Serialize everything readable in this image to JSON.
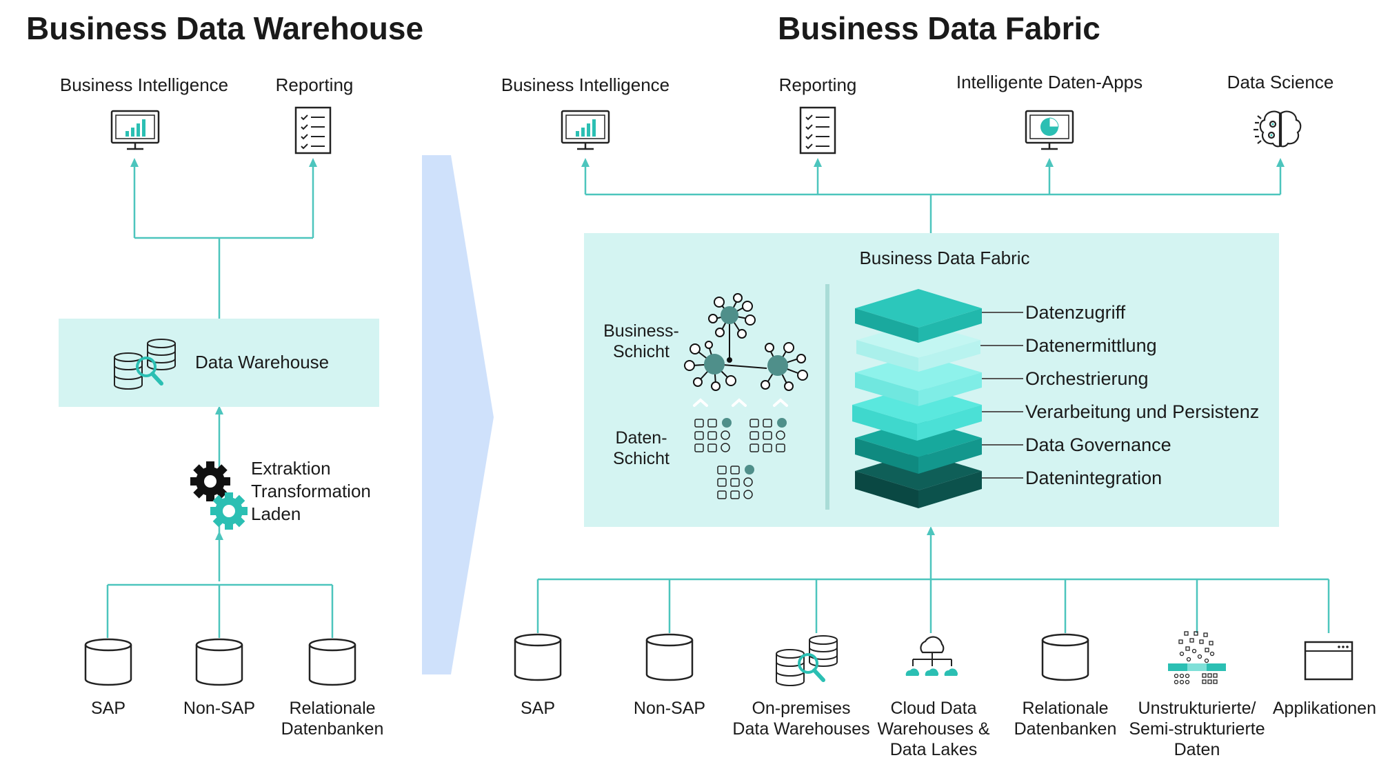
{
  "left": {
    "title": "Business Data Warehouse",
    "consumers": [
      "Business Intelligence",
      "Reporting"
    ],
    "warehouse_label": "Data Warehouse",
    "etl": [
      "Extraktion",
      "Transformation",
      "Laden"
    ],
    "sources": [
      "SAP",
      "Non-SAP",
      "Relationale",
      "Datenbanken"
    ]
  },
  "right": {
    "title": "Business Data Fabric",
    "consumers": [
      "Business Intelligence",
      "Reporting",
      "Intelligente Daten-Apps",
      "Data Science"
    ],
    "fabric_title": "Business Data Fabric",
    "business_layer": [
      "Business-",
      "Schicht"
    ],
    "data_layer": [
      "Daten-",
      "Schicht"
    ],
    "layers": [
      "Datenzugriff",
      "Datenermittlung",
      "Orchestrierung",
      "Verarbeitung und Persistenz",
      "Data Governance",
      "Datenintegration"
    ],
    "sources": {
      "sap": "SAP",
      "nonsap": "Non-SAP",
      "onprem": [
        "On-premises",
        "Data Warehouses"
      ],
      "cloud": [
        "Cloud Data",
        "Warehouses &",
        "Data Lakes"
      ],
      "relational": [
        "Relationale",
        "Datenbanken"
      ],
      "unstructured": [
        "Unstrukturierte/",
        "Semi-strukturierte",
        "Daten"
      ],
      "apps": "Applikationen"
    }
  },
  "icons": {
    "left_bi": "monitor-chart-icon",
    "left_reporting": "checklist-icon",
    "warehouse": "database-search-icon",
    "etl": "gears-icon",
    "right_bi": "monitor-chart-icon",
    "right_reporting": "checklist-icon",
    "apps": "monitor-pie-chart-icon",
    "science": "brain-icon",
    "source_db": "database-icon",
    "cloud": "cloud-network-icon",
    "unstructured": "scattered-data-icon",
    "app_window": "browser-window-icon"
  },
  "colors": {
    "accent": "#2bbfb3",
    "line": "#4cc5bd",
    "panel": "#d4f4f2",
    "arrow_band": "#cfe1fb",
    "layer_dark": "#0b6c63",
    "layer_teal": "#17a99d"
  }
}
